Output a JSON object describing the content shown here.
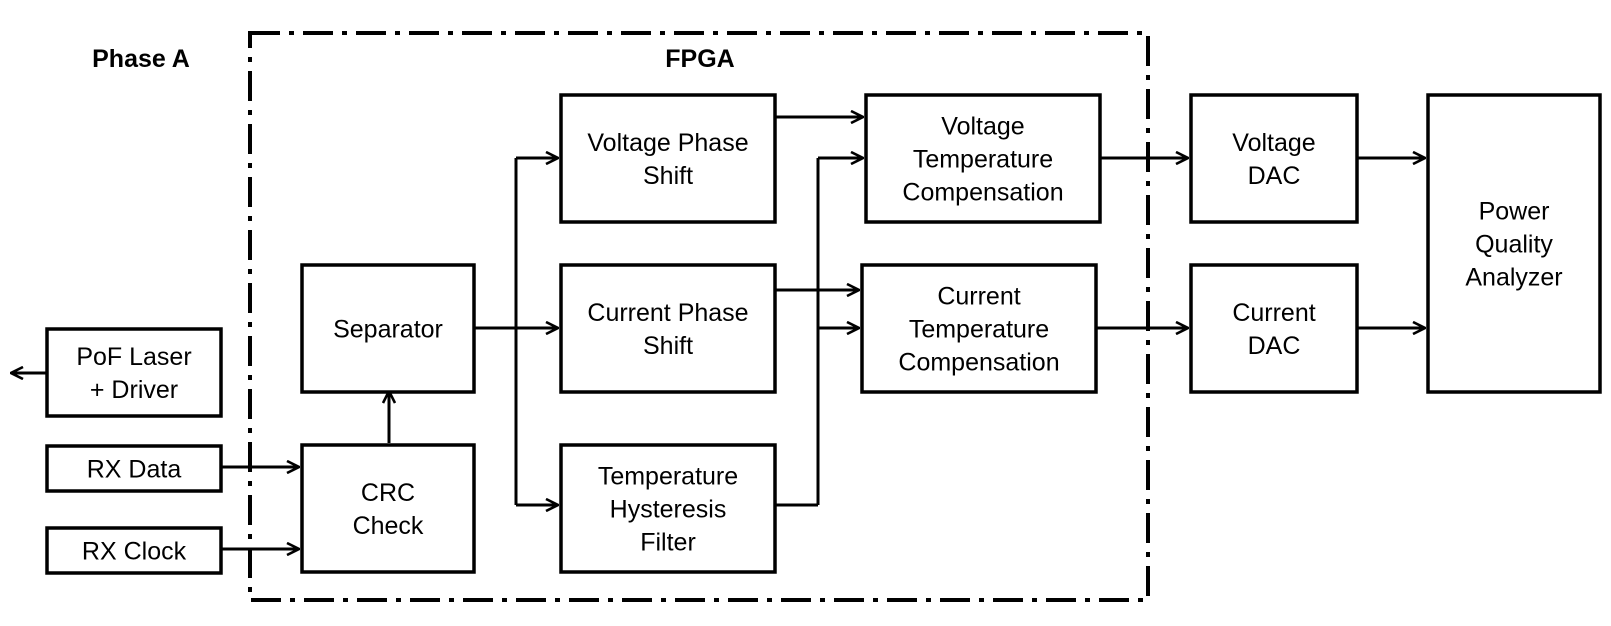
{
  "headings": {
    "phase": "Phase A",
    "fpga": "FPGA"
  },
  "blocks": {
    "pof_laser": [
      "PoF Laser",
      "+ Driver"
    ],
    "rx_data": [
      "RX Data"
    ],
    "rx_clock": [
      "RX Clock"
    ],
    "separator": [
      "Separator"
    ],
    "crc_check": [
      "CRC",
      "Check"
    ],
    "voltage_phase_shift": [
      "Voltage Phase",
      "Shift"
    ],
    "current_phase_shift": [
      "Current Phase",
      "Shift"
    ],
    "temperature_hysteresis_filter": [
      "Temperature",
      "Hysteresis",
      "Filter"
    ],
    "voltage_temperature_compensation": [
      "Voltage",
      "Temperature",
      "Compensation"
    ],
    "current_temperature_compensation": [
      "Current",
      "Temperature",
      "Compensation"
    ],
    "voltage_dac": [
      "Voltage",
      "DAC"
    ],
    "current_dac": [
      "Current",
      "DAC"
    ],
    "power_quality_analyzer": [
      "Power",
      "Quality",
      "Analyzer"
    ]
  },
  "colors": {
    "stroke": "#000000",
    "background": "#ffffff"
  }
}
